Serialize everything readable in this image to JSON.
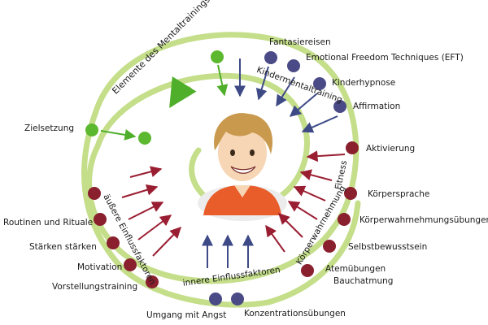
{
  "title": "Elemente des Mentaltrainings",
  "colors": {
    "spiral": "#c4de8a",
    "green_dot": "#5cb82e",
    "blue_dot": "#4a4a86",
    "red_dot": "#8a1f2e",
    "green_arrow": "#4fae2a",
    "blue_arrow": "#3e4a86",
    "red_arrow": "#9a1e32",
    "shirt": "#e85d2a",
    "hair": "#c99a4e",
    "skin": "#f6d6b4"
  },
  "icons": {
    "portrait": "smiling-child-portrait",
    "spiral": "spiral-path"
  },
  "labels": {
    "zielsetzung": "Zielsetzung",
    "fantasiereisen": "Fantasiereisen",
    "eft": "Emotional Freedom Techniques (EFT)",
    "kinderhypnose": "Kinderhypnose",
    "affirmation": "Affirmation",
    "aktivierung": "Aktivierung",
    "koerpersprache": "Körpersprache",
    "koerperwahrnehmungsuebungen": "Körperwahrnehmungsübungen",
    "selbstbewusstsein": "Selbstbewusstsein",
    "atemuebungen": "Atemübungen",
    "bauchatmung": "Bauchatmung",
    "konzentrationsuebungen": "Konzentrationsübungen",
    "umgang_mit_angst": "Umgang mit Angst",
    "vorstellungstraining": "Vorstellungstraining",
    "motivation": "Motivation",
    "staerken_staerken": "Stärken stärken",
    "routinen_und_rituale": "Routinen und Rituale"
  },
  "categories": {
    "kindermentaltraining": "Kindermentaltraining",
    "fitness": "Fitness",
    "koerperwahrnehmung": "Körperwahrnehmung",
    "innere_einflussfaktoren": "innere Einflussfaktoren",
    "aeussere_einflussfaktoren": "äußere Einflussfaktoren"
  }
}
